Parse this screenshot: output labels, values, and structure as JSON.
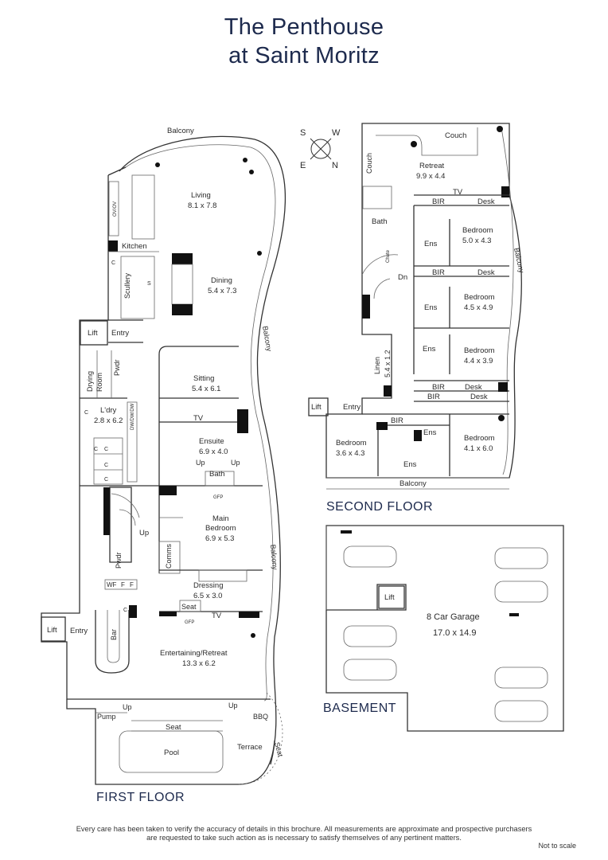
{
  "title": {
    "line1": "The Penthouse",
    "line2": "at Saint Moritz"
  },
  "compass": {
    "s": "S",
    "w": "W",
    "e": "E",
    "n": "N"
  },
  "floors": {
    "first": "FIRST FLOOR",
    "second": "SECOND FLOOR",
    "basement": "BASEMENT"
  },
  "first_floor": {
    "balcony_top": "Balcony",
    "living": {
      "name": "Living",
      "dim": "8.1 x 7.8"
    },
    "kitchen": "Kitchen",
    "scullery": "Scullery",
    "dining": {
      "name": "Dining",
      "dim": "5.4 x 7.3"
    },
    "lift": "Lift",
    "entry": "Entry",
    "drying": "Drying",
    "room": "Room",
    "pwdr": "Pwdr",
    "ldry": {
      "name": "L'dry",
      "dim": "2.8 x 6.2"
    },
    "sitting": {
      "name": "Sitting",
      "dim": "5.4 x 6.1"
    },
    "balcony_side": "Balcony",
    "tv": "TV",
    "ensuite": {
      "name": "Ensuite",
      "dim": "6.9 x 4.0"
    },
    "bath": "Bath",
    "up": "Up",
    "gfp": "GFP",
    "main_bedroom": {
      "name": "Main",
      "name2": "Bedroom",
      "dim": "6.9 x 5.3"
    },
    "comms": "Comms",
    "balcony_right": "Balcony",
    "pwdr2": "Pwdr",
    "wf": "WF",
    "f": "F",
    "dressing": {
      "name": "Dressing",
      "dim": "6.5 x 3.0"
    },
    "seat": "Seat",
    "lift2": "Lift",
    "entry2": "Entry",
    "bar": "Bar",
    "entertaining": {
      "name": "Entertaining/Retreat",
      "dim": "13.3 x 6.2"
    },
    "pump": "Pump",
    "up2": "Up",
    "up3": "Up",
    "bbq": "BBQ",
    "seat2": "Seat",
    "pool": "Pool",
    "terrace": "Terrace",
    "seat3": "Seat",
    "c": "C",
    "s": "S",
    "ov": "OV/OV",
    "dw": "DW/DW/DW"
  },
  "second_floor": {
    "couch": "Couch",
    "couch2": "Couch",
    "retreat": {
      "name": "Retreat",
      "dim": "9.9 x 4.4"
    },
    "tv": "TV",
    "bir": "BIR",
    "desk": "Desk",
    "bath": "Bath",
    "bedroom1": {
      "name": "Bedroom",
      "dim": "5.0 x 4.3"
    },
    "ens": "Ens",
    "balcony_side": "Balcony",
    "dn": "Dn",
    "chute": "Chute",
    "bedroom2": {
      "name": "Bedroom",
      "dim": "4.5 x 4.9"
    },
    "bedroom3": {
      "name": "Bedroom",
      "dim": "4.4 x 3.9"
    },
    "linen": {
      "name": "Linen",
      "dim": "5.4 x 1.2"
    },
    "lift": "Lift",
    "entry": "Entry",
    "bedroom4": {
      "name": "Bedroom",
      "dim": "3.6 x 4.3"
    },
    "bedroom5": {
      "name": "Bedroom",
      "dim": "4.1 x 6.0"
    },
    "balcony_bottom": "Balcony"
  },
  "basement": {
    "lift": "Lift",
    "garage": {
      "name": "8 Car Garage",
      "dim": "17.0 x 14.9"
    }
  },
  "disclaimer": {
    "line1": "Every care has been taken to verify the accuracy of details in this brochure.  All measurements are approximate and prospective purchasers",
    "line2": "are requested to take such action as is necessary to satisfy themselves of any pertinent matters."
  },
  "not_to_scale": "Not to scale"
}
